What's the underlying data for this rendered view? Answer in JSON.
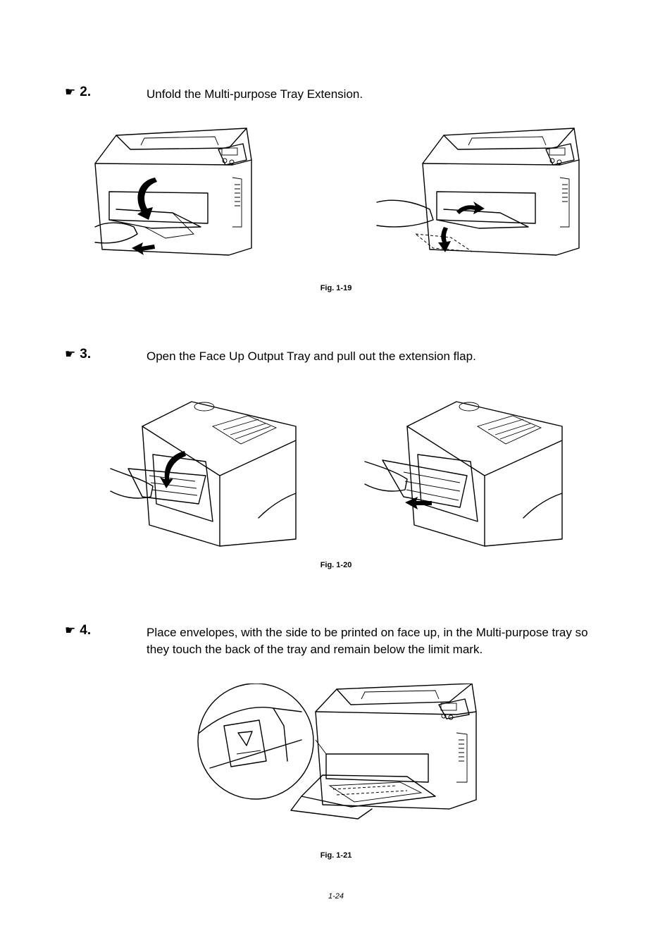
{
  "steps": [
    {
      "number": "2.",
      "text": "Unfold the Multi-purpose Tray Extension."
    },
    {
      "number": "3.",
      "text": "Open the Face Up Output Tray and pull out the extension flap."
    },
    {
      "number": "4.",
      "text": "Place envelopes, with the side to be printed on face up, in the Multi-purpose tray so they touch the back of the tray and remain below the limit mark."
    }
  ],
  "figures": [
    {
      "caption": "Fig. 1-19"
    },
    {
      "caption": "Fig. 1-20"
    },
    {
      "caption": "Fig. 1-21"
    }
  ],
  "page_number": "1-24",
  "icons": {
    "step_marker": "pointing-hand-icon",
    "hand_glyph": "☛"
  }
}
